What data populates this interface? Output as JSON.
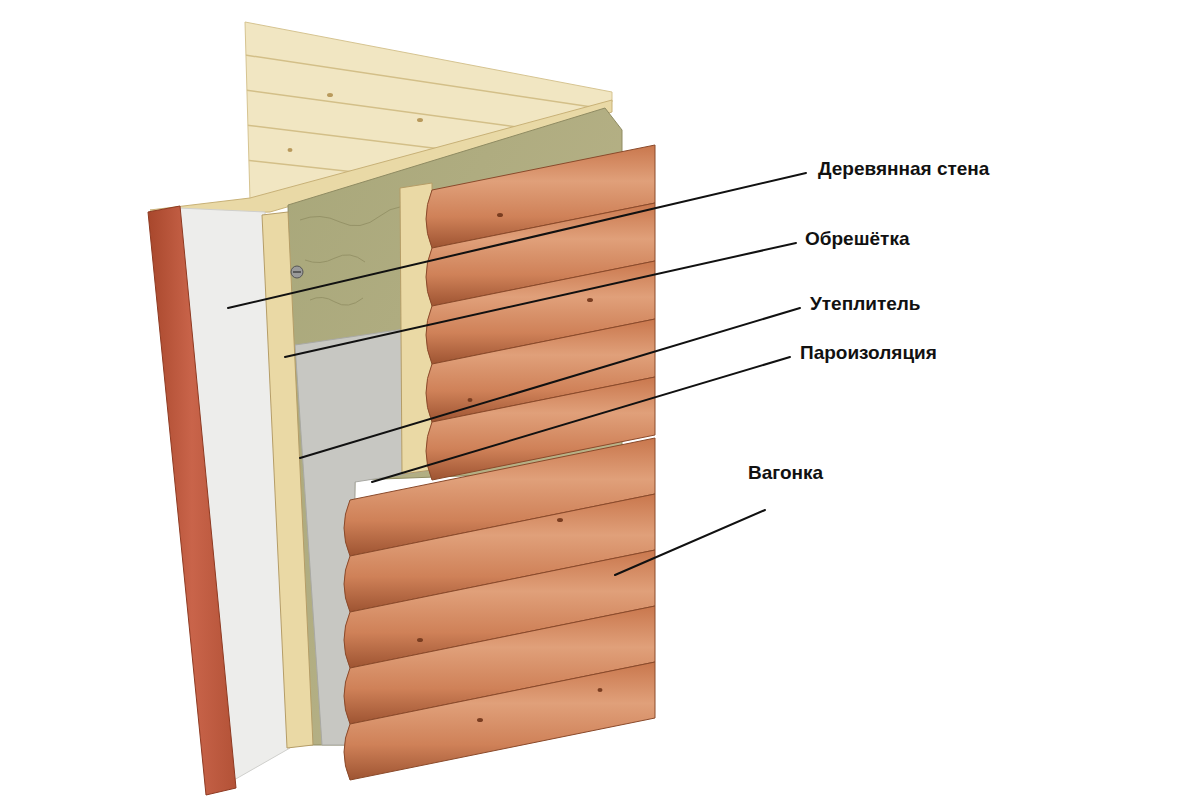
{
  "diagram": {
    "labels": [
      "Деревянная стена",
      "Обрешётка",
      "Утеплитель",
      "Пароизоляция",
      "Вагонка"
    ]
  }
}
